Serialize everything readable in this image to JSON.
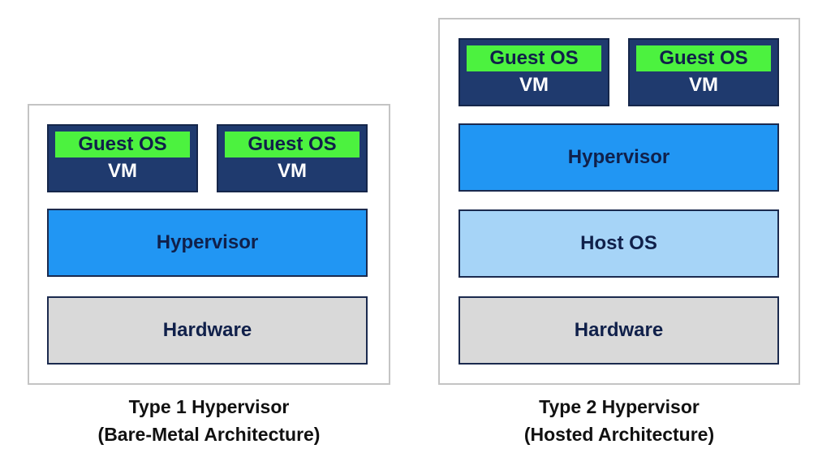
{
  "colors": {
    "frame_border": "#c4c4c4",
    "vm_box": "#1f3a6e",
    "guest_os": "#4cf23f",
    "hypervisor": "#2196f3",
    "host_os": "#a6d4f7",
    "hardware": "#d9d9d9"
  },
  "type1": {
    "vms": [
      {
        "guest": "Guest OS",
        "vm": "VM"
      },
      {
        "guest": "Guest OS",
        "vm": "VM"
      }
    ],
    "hypervisor": "Hypervisor",
    "hardware": "Hardware",
    "caption_line1": "Type 1 Hypervisor",
    "caption_line2": "(Bare-Metal Architecture)"
  },
  "type2": {
    "vms": [
      {
        "guest": "Guest OS",
        "vm": "VM"
      },
      {
        "guest": "Guest OS",
        "vm": "VM"
      }
    ],
    "hypervisor": "Hypervisor",
    "host_os": "Host OS",
    "hardware": "Hardware",
    "caption_line1": "Type 2 Hypervisor",
    "caption_line2": "(Hosted Architecture)"
  }
}
